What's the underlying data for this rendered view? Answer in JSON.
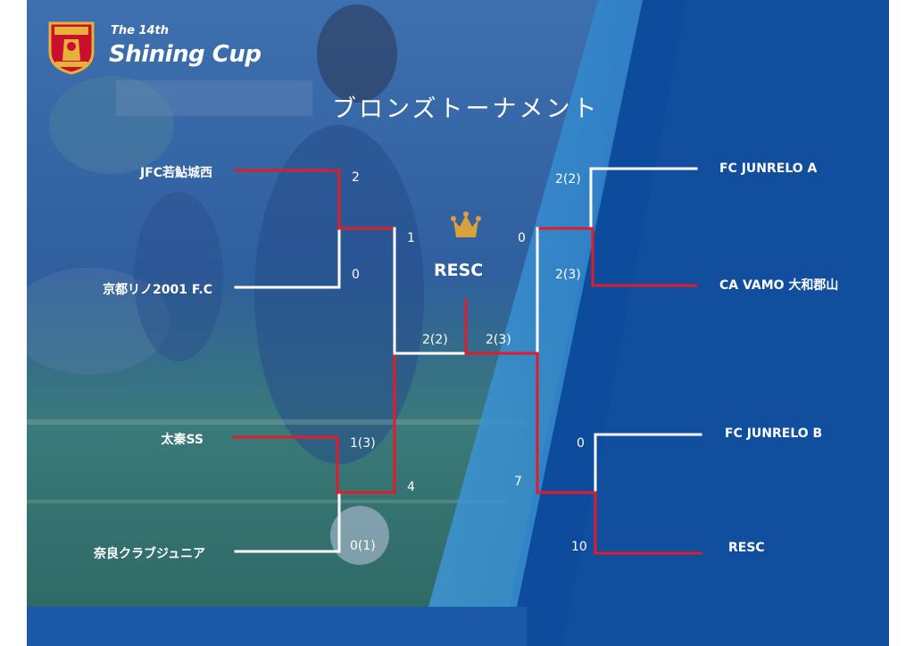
{
  "header": {
    "edition": "The 14th",
    "cup_name": "Shining Cup"
  },
  "title": "ブロンズトーナメント",
  "champion": "RESC",
  "left_bracket": {
    "teams": [
      "JFC若鮎城西",
      "京都リノ2001 F.C",
      "太秦SS",
      "奈良クラブジュニア"
    ],
    "scores": {
      "team1": "2",
      "team2": "0",
      "team3": "1(3)",
      "team4": "0(1)",
      "semi_top": "1",
      "semi_bottom": "4",
      "final": "2(2)"
    }
  },
  "right_bracket": {
    "teams": [
      "FC JUNRELO A",
      "CA VAMO 大和郡山",
      "FC JUNRELO B",
      "RESC"
    ],
    "scores": {
      "team1": "2(2)",
      "team2": "2(3)",
      "team3": "0",
      "team4": "10",
      "semi_top": "0",
      "semi_bottom": "7",
      "final": "2(3)"
    }
  },
  "colors": {
    "background_blue": "#0d4b9c",
    "winner_line": "#e21b2a",
    "loser_line": "#ffffff",
    "crown": "#d9a13a"
  },
  "icons": [
    "club-emblem-icon",
    "crown-icon"
  ]
}
